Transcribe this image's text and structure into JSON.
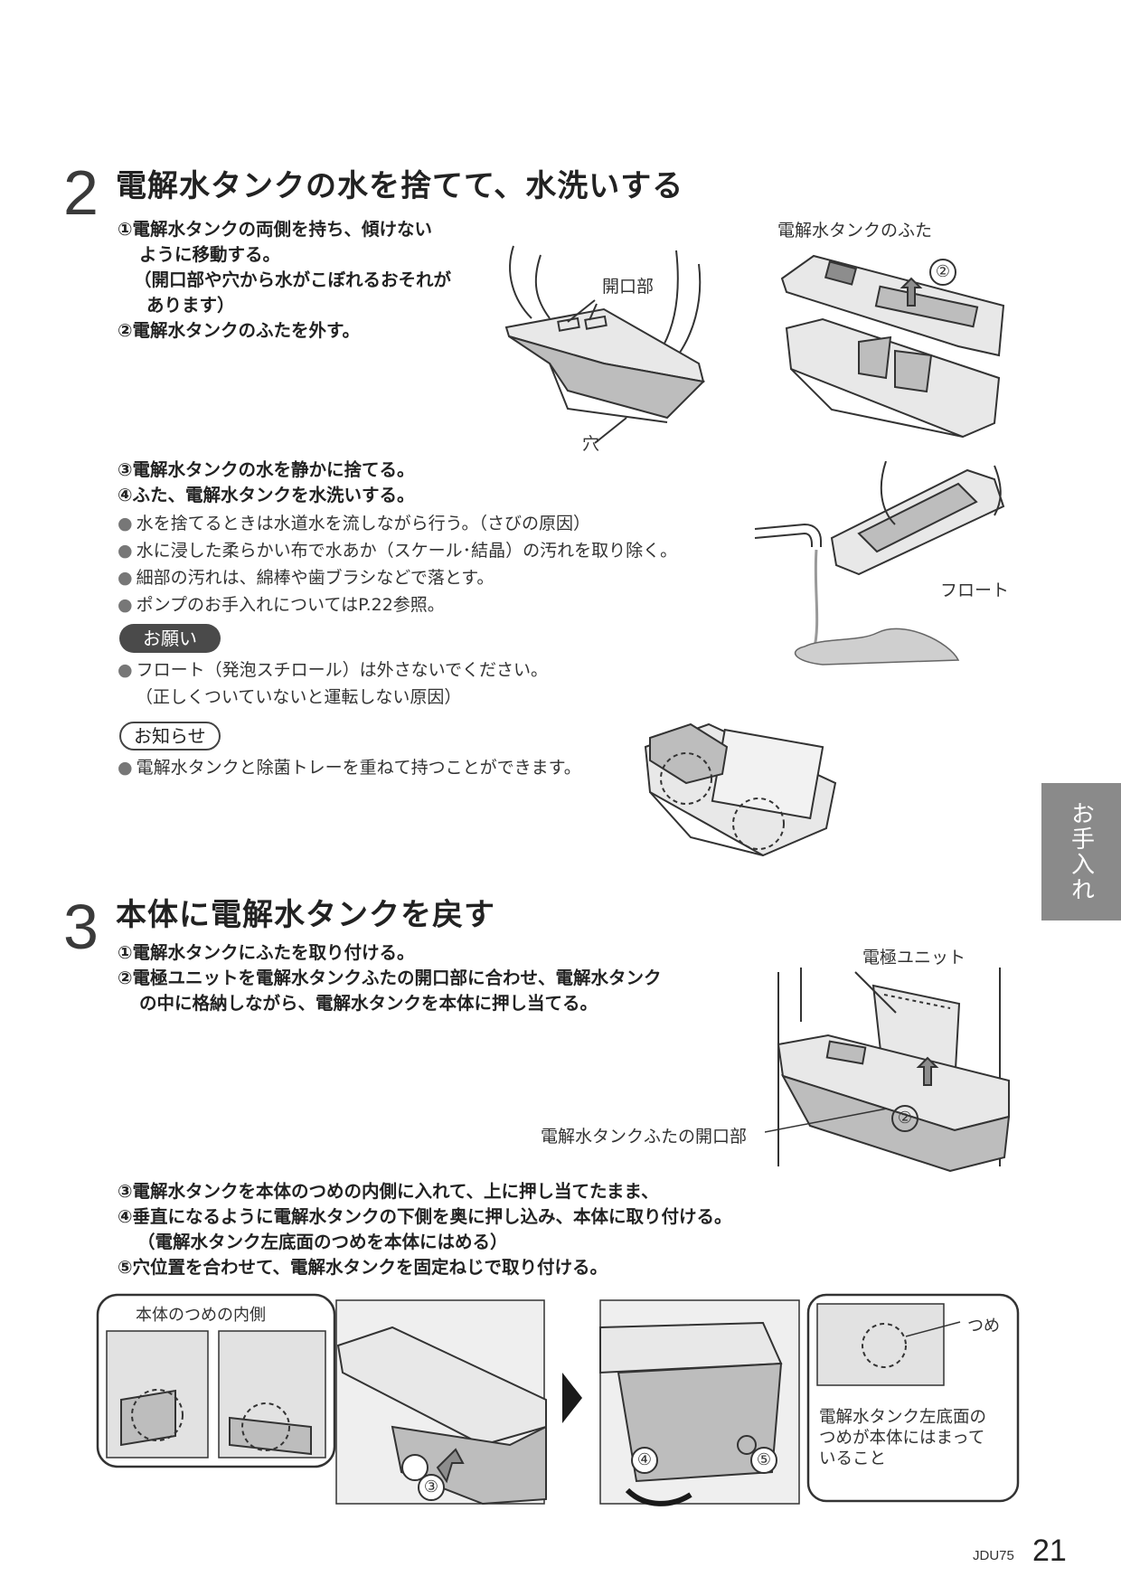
{
  "step2": {
    "number": "2",
    "title": "電解水タンクの水を捨てて、水洗いする",
    "lines_a": [
      "①電解水タンクの両側を持ち、傾けない",
      "ように移動する。",
      "（開口部や穴から水がこぼれるおそれが",
      "あります）",
      "②電解水タンクのふたを外す。"
    ],
    "fig1_labels": {
      "opening": "開口部",
      "hole": "穴"
    },
    "fig2_labels": {
      "lid": "電解水タンクのふた",
      "num": "②"
    },
    "lines_b": [
      "③電解水タンクの水を静かに捨てる。",
      "④ふた、電解水タンクを水洗いする。"
    ],
    "bullets": [
      "水を捨てるときは水道水を流しながら行う。（さびの原因）",
      "水に浸した柔らかい布で水あか（スケール･結晶）の汚れを取り除く。",
      "細部の汚れは、綿棒や歯ブラシなどで落とす。",
      "ポンプのお手入れについてはP.22参照。"
    ],
    "fig3_labels": {
      "float": "フロート"
    },
    "request": {
      "label": "お願い",
      "lines": [
        "フロート（発泡スチロール）は外さないでください。",
        "（正しくついていないと運転しない原因）"
      ]
    },
    "notice": {
      "label": "お知らせ",
      "line": "電解水タンクと除菌トレーを重ねて持つことができます。"
    }
  },
  "step3": {
    "number": "3",
    "title": "本体に電解水タンクを戻す",
    "lines_a": [
      "①電解水タンクにふたを取り付ける。",
      "②電極ユニットを電解水タンクふたの開口部に合わせ、電解水タンク",
      "の中に格納しながら、電解水タンクを本体に押し当てる。"
    ],
    "fig5_labels": {
      "unit": "電極ユニット",
      "opening": "電解水タンクふたの開口部",
      "num": "②"
    },
    "lines_b": [
      "③電解水タンクを本体のつめの内側に入れて、上に押し当てたまま、",
      "④垂直になるように電解水タンクの下側を奥に押し込み、本体に取り付ける。",
      "（電解水タンク左底面のつめを本体にはめる）",
      "⑤穴位置を合わせて、電解水タンクを固定ねじで取り付ける。"
    ],
    "fig6_labels": {
      "claw_inside": "本体のつめの内側",
      "num3": "③",
      "num4": "④",
      "num5": "⑤",
      "claw": "つめ",
      "check_lines": [
        "電解水タンク左底面の",
        "つめが本体にはまって",
        "いること"
      ]
    }
  },
  "side_tab": "お手入れ",
  "footer": {
    "code": "JDU75",
    "page": "21"
  }
}
